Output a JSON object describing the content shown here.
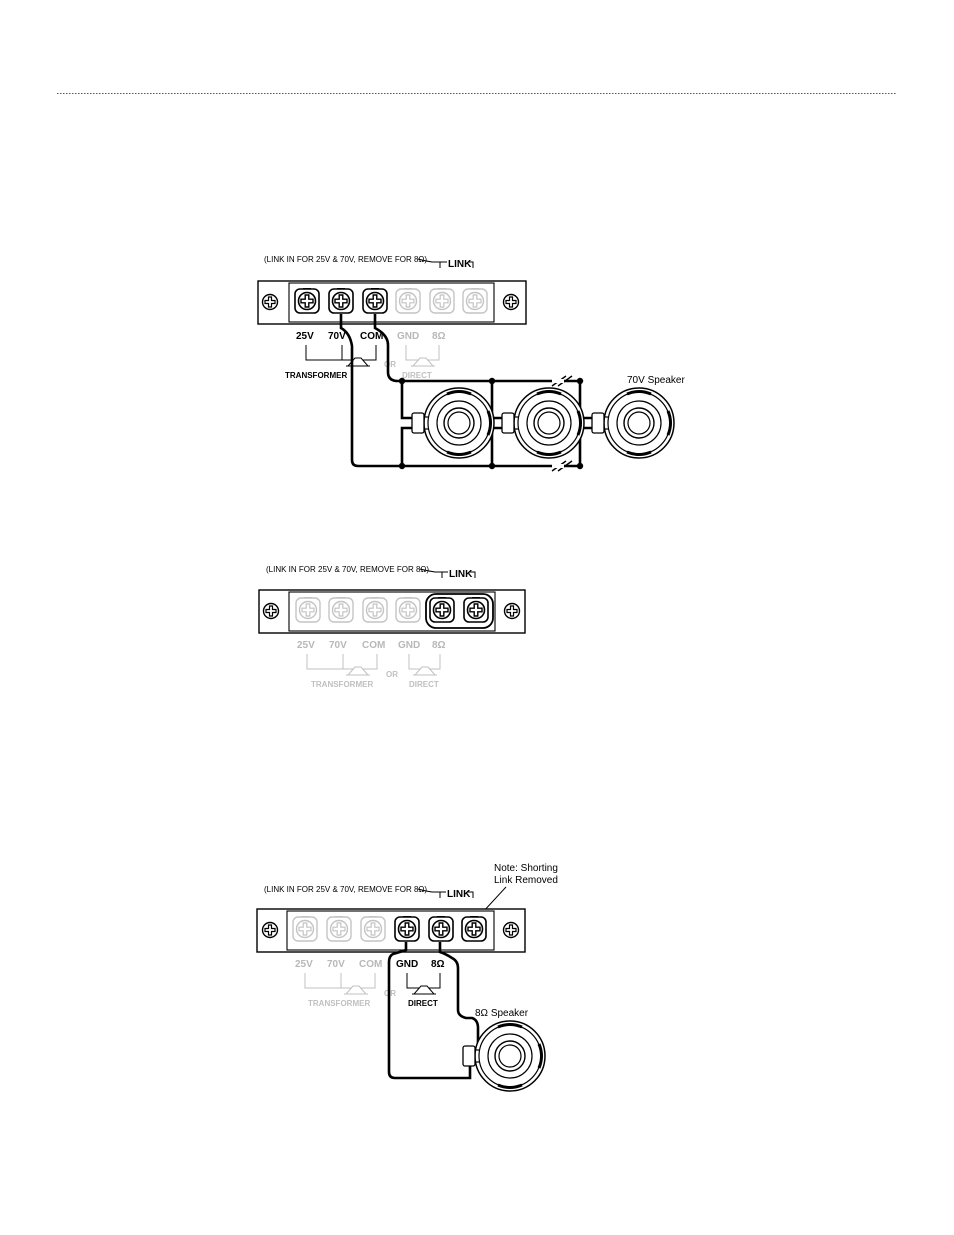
{
  "header": {
    "divider": "dotted-rule"
  },
  "diagrams": [
    {
      "id": "transformer-70v",
      "link_note": "(LINK IN FOR 25V & 70V, REMOVE FOR 8Ω)",
      "link_label": "LINK",
      "terminals": [
        "25V",
        "70V",
        "COM",
        "GND",
        "8Ω"
      ],
      "transformer_label": "TRANSFORMER",
      "or_label": "OR",
      "direct_label": "DIRECT",
      "speaker_label": "70V Speaker"
    },
    {
      "id": "link-position",
      "link_note": "(LINK IN FOR 25V & 70V, REMOVE FOR 8Ω)",
      "link_label": "LINK",
      "terminals": [
        "25V",
        "70V",
        "COM",
        "GND",
        "8Ω"
      ],
      "transformer_label": "TRANSFORMER",
      "or_label": "OR",
      "direct_label": "DIRECT"
    },
    {
      "id": "direct-8ohm",
      "link_note": "(LINK IN FOR 25V & 70V, REMOVE FOR 8Ω)",
      "link_label": "LINK",
      "terminals": [
        "25V",
        "70V",
        "COM",
        "GND",
        "8Ω"
      ],
      "transformer_label": "TRANSFORMER",
      "or_label": "OR",
      "direct_label": "DIRECT",
      "speaker_label": "8Ω Speaker",
      "shorting_note_line1": "Note: Shorting",
      "shorting_note_line2": "Link Removed"
    }
  ],
  "icons": {
    "screw": "phillips-screw-icon",
    "speaker": "speaker-icon",
    "transformer": "speaker-cone-symbol-icon"
  },
  "colors": {
    "ink": "#000000",
    "dimmed": "#b8b8b8",
    "paper": "#ffffff"
  }
}
